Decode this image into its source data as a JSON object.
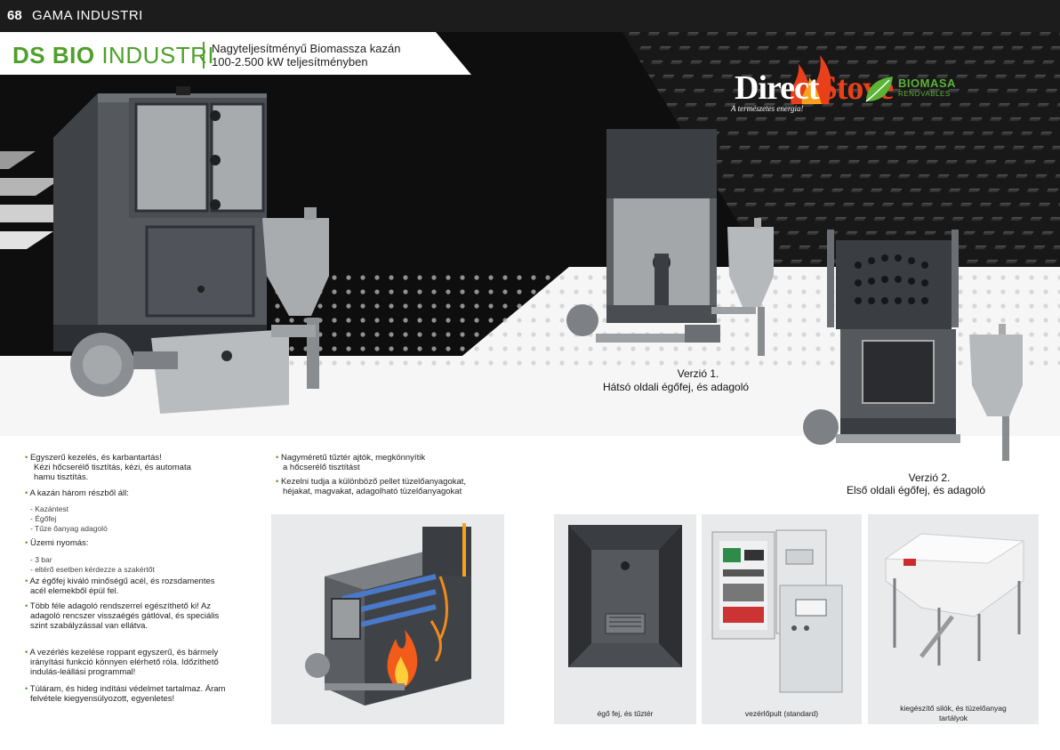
{
  "header": {
    "page_number": "68",
    "section": "GAMA INDUSTRI",
    "title_bold": "DS BIO",
    "title_light": "INDUSTRI",
    "subtitle_line1": "Nagyteljesítményű Biomassza kazán",
    "subtitle_line2": "100-2.500 kW teljesítményben"
  },
  "logos": {
    "directstove_a": "Direct",
    "directstove_b": "Stove",
    "directstove_tagline": "A természetes energia!",
    "biomasa_name": "BIOMASA",
    "biomasa_sub": "RENOVABLES"
  },
  "versions": {
    "v1_title": "Verzió 1.",
    "v1_desc": "Hátsó oldali égőfej, és adagoló",
    "v2_title": "Verzió 2.",
    "v2_desc": "Első oldali égőfej, és adagoló"
  },
  "features_left": {
    "f1_l1": "Egyszerű kezelés, és karbantartás!",
    "f1_l2": "Kézi hőcserélő tisztítás, kézi, és automata",
    "f1_l3": "hamu tisztítás.",
    "f2": "A kazán három részből áll:",
    "f2_s1": "- Kazántest",
    "f2_s2": "- Égőfej",
    "f2_s3": "- Tűze őanyag adagoló",
    "f3": "Üzemi nyomás:",
    "f3_s1": "- 3 bar",
    "f3_s2": "- eltérő esetben kérdezze a szakértőt",
    "f4_l1": "Az égőfej kiváló minőségű acél, és rozsdamentes",
    "f4_l2": "acél elemekből épül fel.",
    "f5_l1": "Több féle adagoló rendszerrel egészíthető ki! Az",
    "f5_l2": "adagoló rencszer visszaégés gátlóval, és speciális",
    "f5_l3": "szint szabályzással van ellátva.",
    "f6_l1": "A vezérlés kezelése roppant egyszerű, és bármely",
    "f6_l2": "irányítási funkció könnyen elérhető róla. Időzíthető",
    "f6_l3": "indulás-leállási programmal!",
    "f7_l1": "Túláram, és hideg indítási védelmet tartalmaz. Áram",
    "f7_l2": "felvétele kiegyensúlyozott, egyenletes!"
  },
  "features_right": {
    "f1_l1": "Nagyméretű tűztér ajtók, megkönnyítik",
    "f1_l2": "a hőcserélő tisztítást",
    "f2_l1": "Kezelni tudja a különböző pellet tüzelőanyagokat,",
    "f2_l2": "héjakat, magvakat, adagolható tüzelőanyagokat"
  },
  "panels": {
    "fire_caption": "égő fej, és tűztér",
    "control_caption": "vezérlőpult (standard)",
    "silo_caption_l1": "kiegészítő silók, és tüzelőanyag",
    "silo_caption_l2": "tartályok"
  },
  "colors": {
    "accent_green": "#4ea02a",
    "dark_band": "#1c1c1c",
    "boiler_gray": "#5a5e63",
    "flame_orange": "#e8401a"
  }
}
